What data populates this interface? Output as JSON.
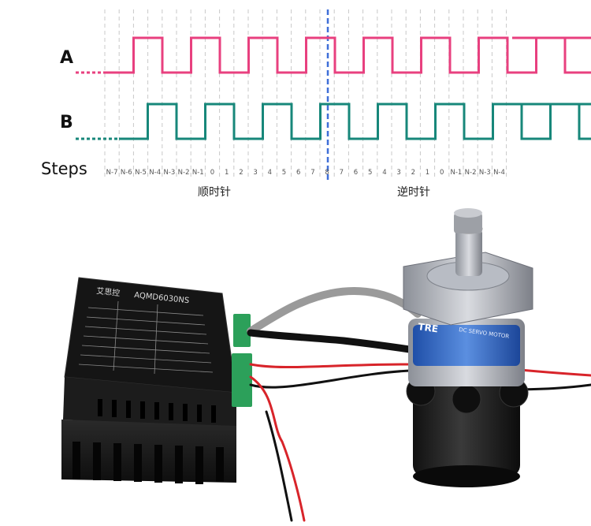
{
  "signals": {
    "a_label": "A",
    "b_label": "B",
    "a_color": "#e8407f",
    "b_color": "#17877a",
    "a_levels": [
      0,
      1,
      0,
      1,
      0,
      1,
      0,
      1,
      0,
      1,
      0,
      1,
      0,
      1,
      0,
      1,
      0,
      1
    ],
    "b_levels": [
      0,
      1,
      0,
      1,
      0,
      1,
      0,
      1,
      0,
      1,
      0,
      1,
      0,
      1,
      0,
      1,
      0,
      1
    ]
  },
  "steps": {
    "label": "Steps",
    "ticks": [
      "N-7",
      "N-6",
      "N-5",
      "N-4",
      "N-3",
      "N-2",
      "N-1",
      "0",
      "1",
      "2",
      "3",
      "4",
      "5",
      "6",
      "7",
      "8",
      "7",
      "6",
      "5",
      "4",
      "3",
      "2",
      "1",
      "0",
      "N-1",
      "N-2",
      "N-3",
      "N-4"
    ]
  },
  "direction": {
    "clockwise": "顺时针",
    "counter_clockwise": "逆时针",
    "divider_color": "#3f6fd8"
  },
  "driver": {
    "brand": "艾思控",
    "model": "AQMD6030NS",
    "board_color": "#2ca05a"
  },
  "motor": {
    "badge": "TRE",
    "label_line": "DC SERVO MOTOR"
  }
}
